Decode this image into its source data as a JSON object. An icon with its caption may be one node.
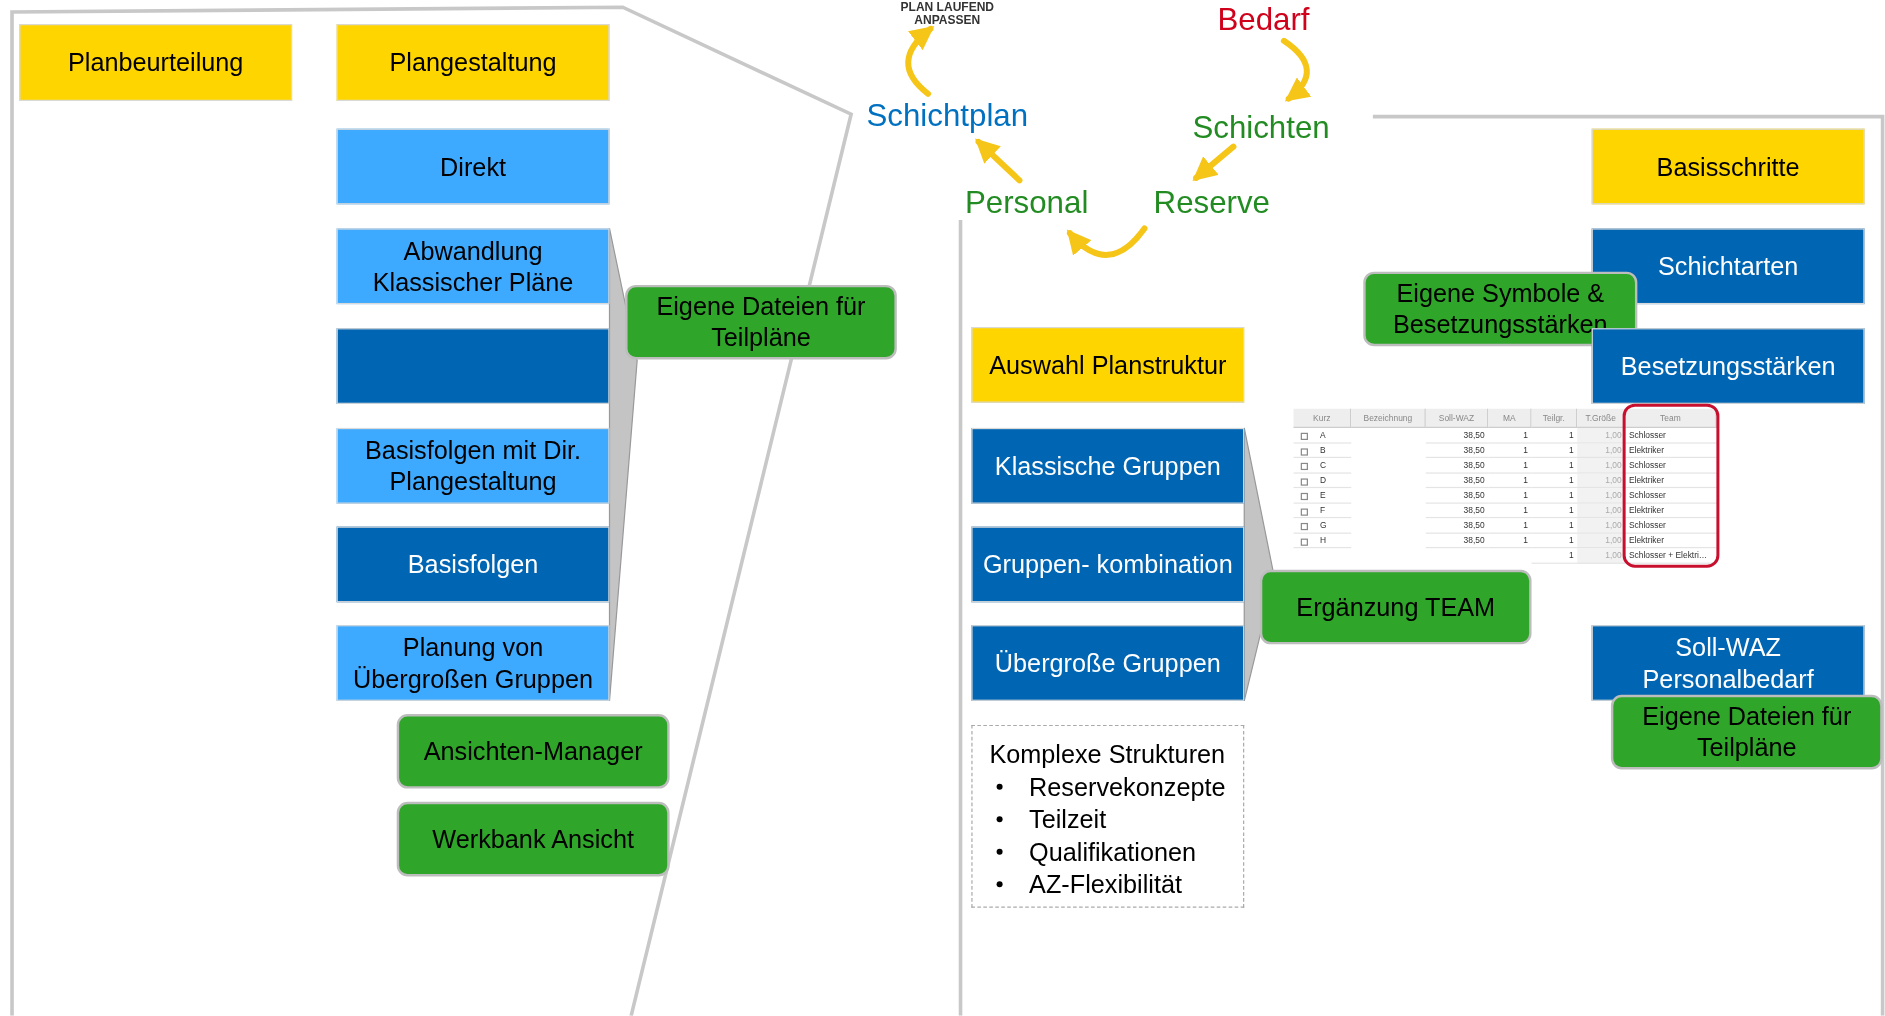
{
  "diagram": {
    "nodes": [
      {
        "text": [
          "Planbeurteilung"
        ]
      },
      {
        "text": [
          "Plangestaltung"
        ]
      },
      {
        "text": [
          "Direkt"
        ]
      },
      {
        "text": [
          "Abwandlung Klassischer Pläne"
        ]
      },
      {
        "text": [],
        "shape": "box"
      },
      {
        "text": [
          "Basisfolgen mit Dir. Plangestaltung"
        ]
      },
      {
        "text": [
          "Basisfolgen"
        ]
      },
      {
        "text": [
          "Planung von Übergroßen Gruppen"
        ]
      },
      {
        "text": [
          "Eigene Dateien für Teilpläne"
        ]
      },
      {
        "text": [
          "Ansichten-Manager"
        ]
      },
      {
        "text": [
          "Werkbank Ansicht"
        ]
      },
      {
        "text": [
          "PLAN LAUFEND ANPASSEN"
        ]
      },
      {
        "text": [
          "Bedarf"
        ]
      },
      {
        "text": [
          "Schichtplan"
        ]
      },
      {
        "text": [
          "Schichten"
        ]
      },
      {
        "text": [
          "Personal"
        ]
      },
      {
        "text": [
          "Reserve"
        ]
      },
      {
        "text": [
          "Auswahl Planstruktur"
        ]
      },
      {
        "text": [
          "Klassische Gruppen"
        ]
      },
      {
        "text": [
          "Gruppen- kombination"
        ]
      },
      {
        "text": [
          "Übergroße Gruppen"
        ]
      },
      {
        "text": [
          "Komplexe Strukturen",
          "Reservekonzepte",
          "Teilzeit",
          "Qualifikationen",
          "AZ-Flexibilität"
        ]
      },
      {
        "text": [
          "Ergänzung TEAM"
        ]
      },
      {
        "text": [
          "Basisschritte"
        ]
      },
      {
        "text": [
          "Schichtarten"
        ]
      },
      {
        "text": [
          "Eigene Symbole & Besetzungsstärken"
        ]
      },
      {
        "text": [
          "Besetzungsstärken"
        ]
      },
      {
        "text": [
          "Soll-WAZ Personalbedarf"
        ]
      },
      {
        "text": [
          "Eigene Dateien für Teilpläne"
        ]
      }
    ],
    "edges": [
      {
        "from": 13,
        "to": 11,
        "arrow": "to"
      },
      {
        "from": 12,
        "to": 14,
        "arrow": "to"
      },
      {
        "from": 14,
        "to": 16,
        "arrow": "to"
      },
      {
        "from": 16,
        "to": 15,
        "arrow": "to"
      },
      {
        "from": 15,
        "to": 13,
        "arrow": "to"
      }
    ],
    "labels": [
      "Kurz",
      "Bezeichnung",
      "Soll-WAZ",
      "MA",
      "Teilgr.",
      "T.Größe",
      "Team",
      "A",
      "38,50",
      "1",
      "1",
      "1,00",
      "Schlosser",
      "B",
      "38,50",
      "1",
      "1",
      "1,00",
      "Elektriker",
      "C",
      "38,50",
      "1",
      "1",
      "1,00",
      "Schlosser",
      "D",
      "38,50",
      "1",
      "1",
      "1,00",
      "Elektriker",
      "E",
      "38,50",
      "1",
      "1",
      "1,00",
      "Schlosser",
      "F",
      "38,50",
      "1",
      "1",
      "1,00",
      "Elektriker",
      "G",
      "38,50",
      "1",
      "1",
      "1,00",
      "Schlosser",
      "H",
      "38,50",
      "1",
      "1",
      "1,00",
      "Elektriker",
      "1",
      "1,00",
      "Schlosser + Elektri…"
    ]
  }
}
